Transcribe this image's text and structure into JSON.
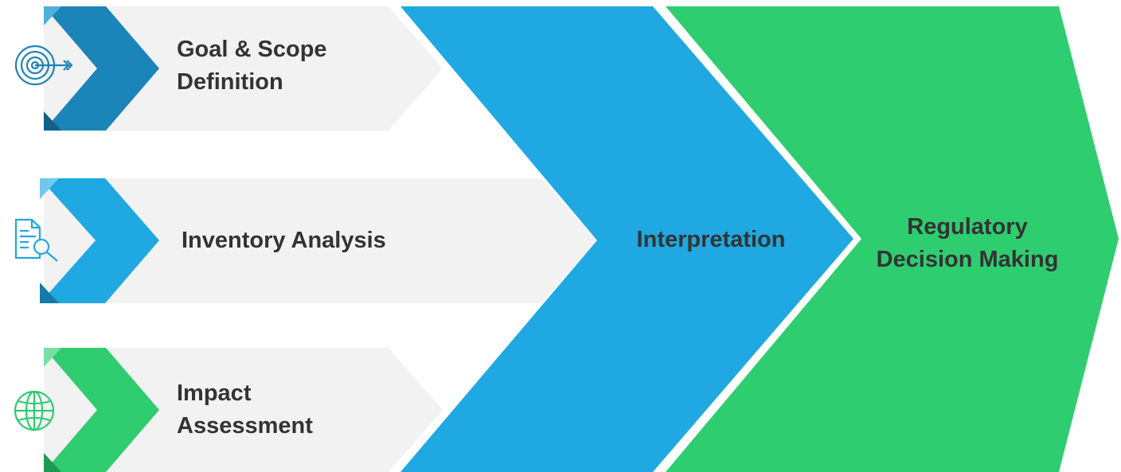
{
  "steps": [
    {
      "line1": "Goal & Scope",
      "line2": "Definition",
      "icon": "target-icon",
      "color": "#1b84b8"
    },
    {
      "line1": "Inventory Analysis",
      "line2": "",
      "icon": "document-search-icon",
      "color": "#1fa8e2"
    },
    {
      "line1": "Impact",
      "line2": "Assessment",
      "icon": "globe-icon",
      "color": "#2fcc70"
    }
  ],
  "interpretation": {
    "label": "Interpretation",
    "color": "#1fa8e2"
  },
  "decision": {
    "line1": "Regulatory",
    "line2": "Decision Making",
    "color": "#2ecd6f"
  },
  "colors": {
    "panel": "#f2f2f2",
    "text": "#333333"
  }
}
